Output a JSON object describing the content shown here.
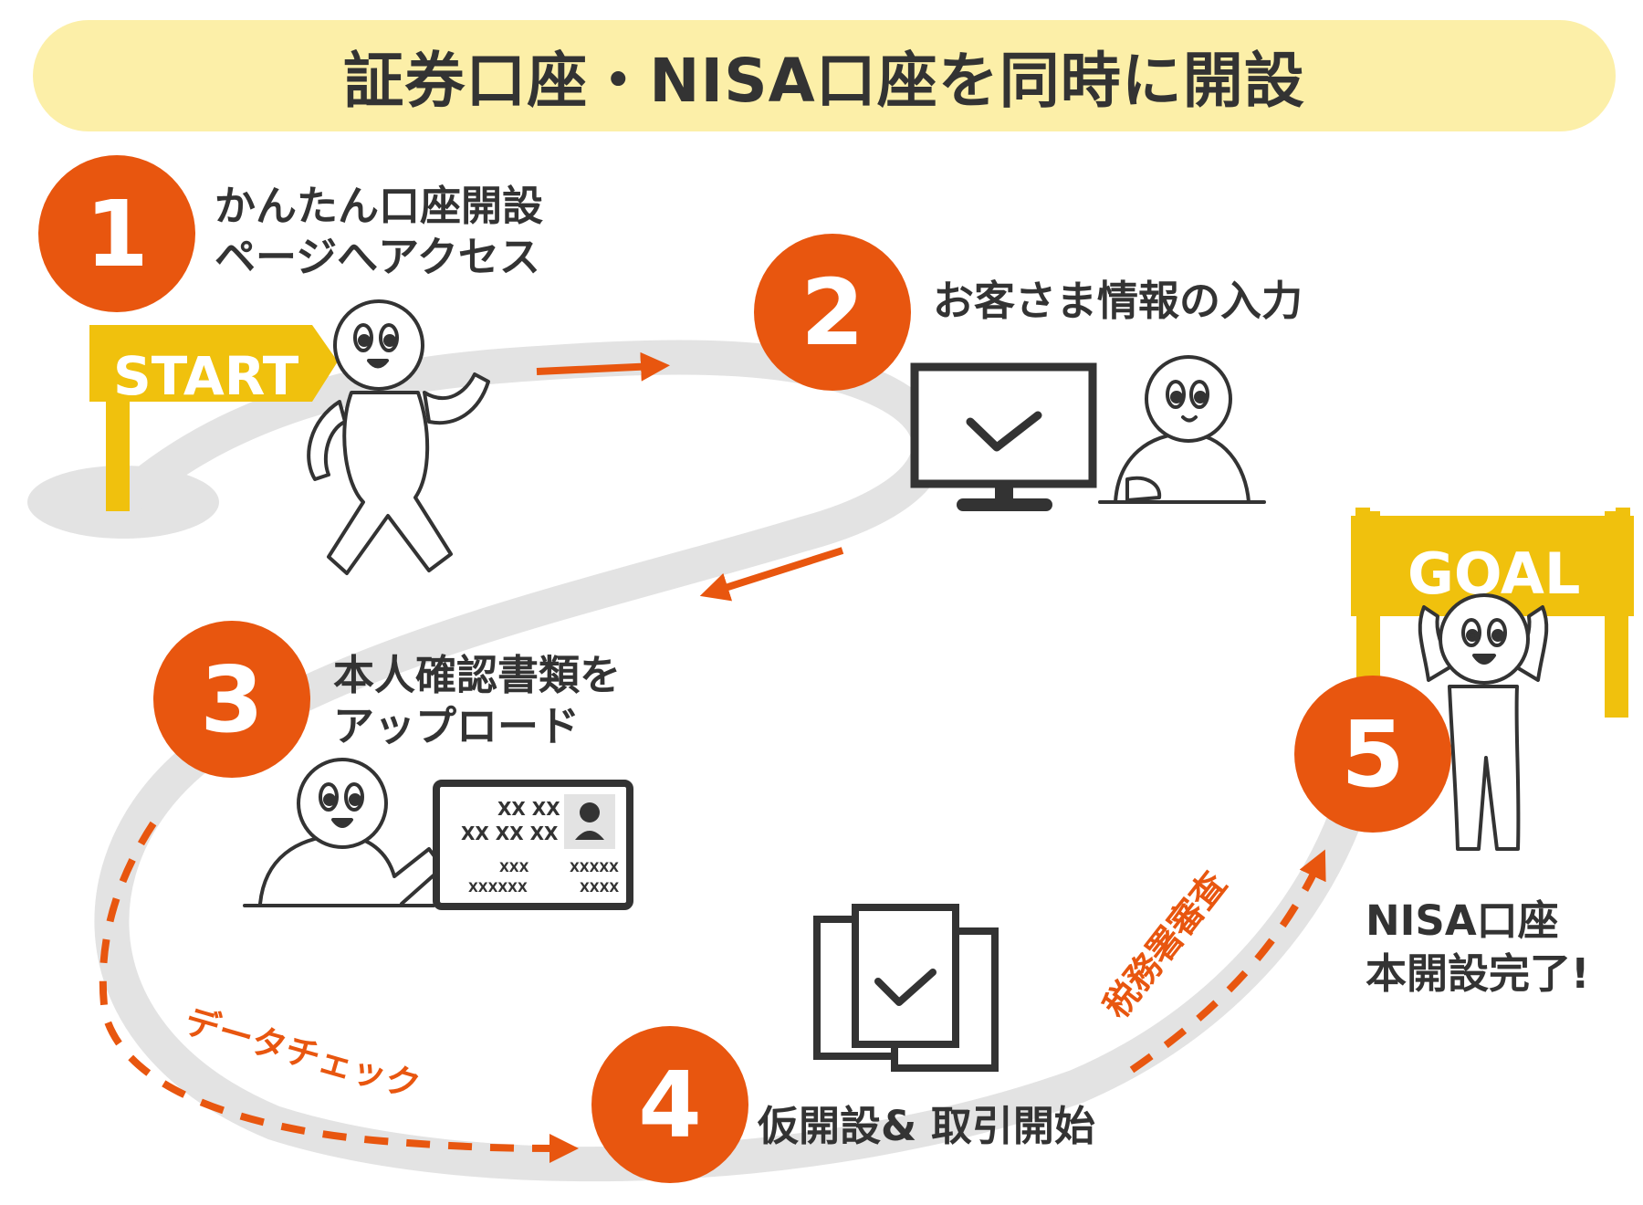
{
  "title": "証券口座・NISA口座を同時に開設",
  "colors": {
    "accent": "#e8560f",
    "banner": "#fcefa8",
    "sign": "#f0c10d",
    "path": "#e3e3e3",
    "ink": "#333333"
  },
  "steps": [
    {
      "number": "1",
      "label_line1": "かんたん口座開設",
      "label_line2": "ページへアクセス"
    },
    {
      "number": "2",
      "label_line1": "お客さま情報の入力",
      "label_line2": ""
    },
    {
      "number": "3",
      "label_line1": "本人確認書類を",
      "label_line2": "アップロード"
    },
    {
      "number": "4",
      "label_line1": "仮開設& 取引開始",
      "label_line2": ""
    },
    {
      "number": "5",
      "label_line1": "",
      "label_line2": ""
    }
  ],
  "signs": {
    "start": "START",
    "goal": "GOAL"
  },
  "path_labels": {
    "data_check": "データチェック",
    "tax_review": "税務署審査"
  },
  "goal_text": {
    "line1": "NISA口座",
    "line2": "本開設完了!"
  },
  "id_card": {
    "row1": "XX XX",
    "row2": "XX XX XX",
    "row3a": "XXX",
    "row3b": "XXXXX",
    "row4a": "XXXXXX",
    "row4b": "XXXX"
  },
  "icons": [
    "monitor-check-icon",
    "documents-check-icon",
    "id-card-icon",
    "person-icon"
  ]
}
